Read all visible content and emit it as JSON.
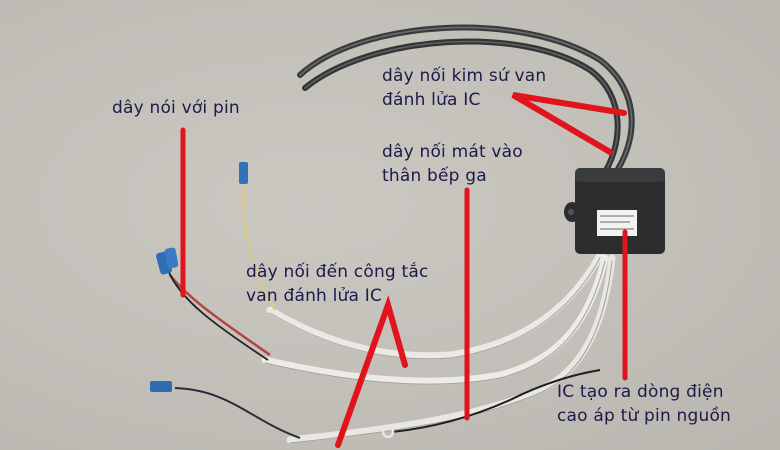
{
  "image": {
    "subject": "gas stove igniter IC module with wires",
    "background_color": "#c3c0ba",
    "annotation_color": "#e0141c",
    "label_color": "#1d1a4a"
  },
  "labels": {
    "ceramic_wire": {
      "line1": "dây nối kim sứ van",
      "line2": "đánh lửa IC"
    },
    "ground_wire": {
      "line1": "dây nối mát vào",
      "line2": "thân bếp ga"
    },
    "battery_wire": {
      "line1": "dây nói với pin"
    },
    "switch_wire": {
      "line1": "dây nối đến công tắc",
      "line2": "van đánh lửa IC"
    },
    "ic_module": {
      "line1": "IC tạo ra dòng điện",
      "line2": "cao áp từ pin nguồn"
    }
  },
  "module_sticker": {
    "text1": "",
    "text2": ""
  }
}
